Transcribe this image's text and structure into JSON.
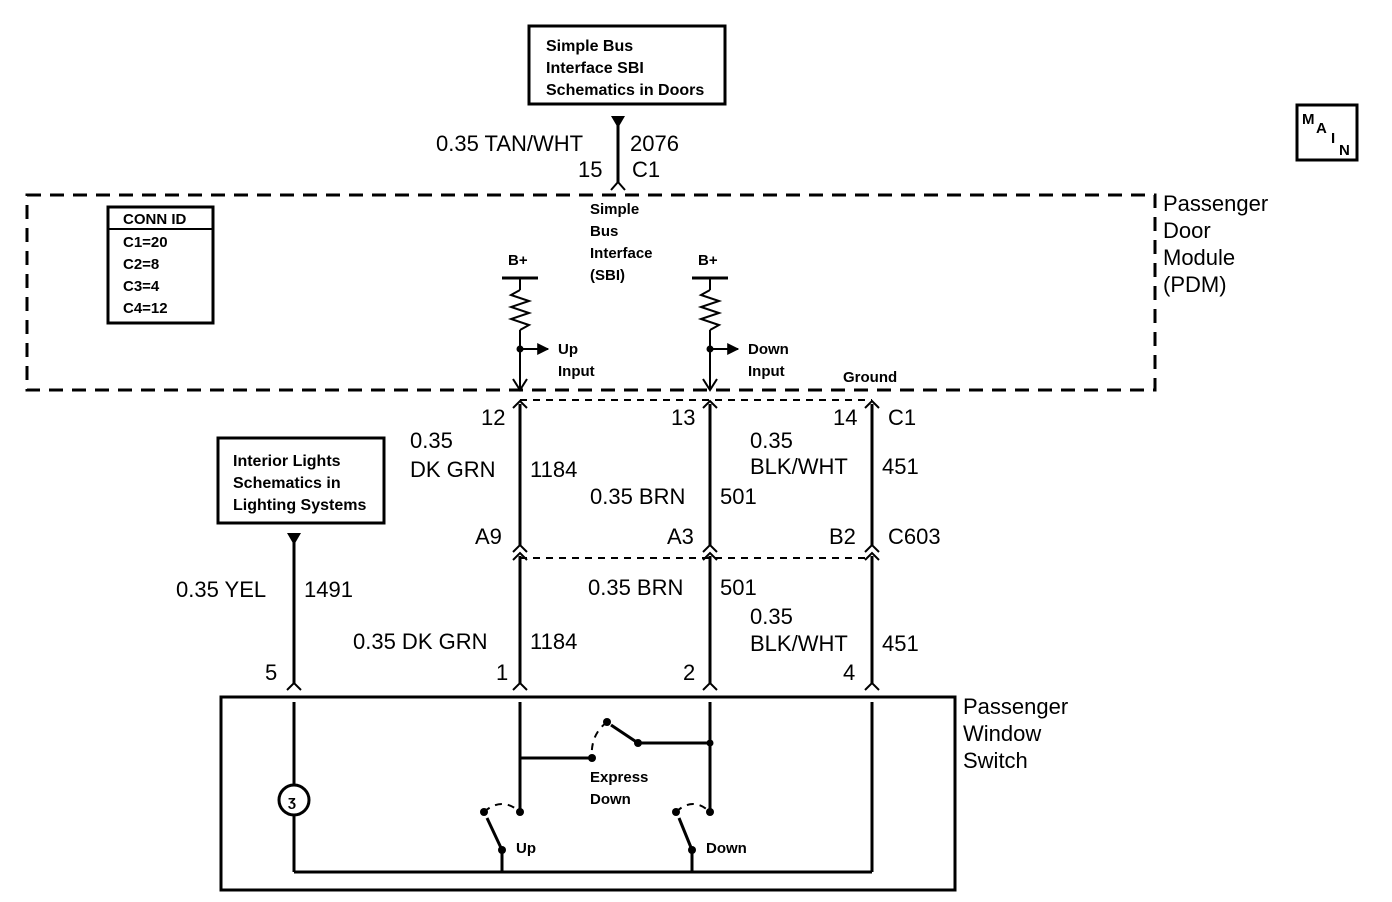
{
  "refs": {
    "sbi_ref": [
      "Simple Bus",
      "Interface SBI",
      "Schematics in Doors"
    ],
    "interior_lights_ref": [
      "Interior Lights",
      "Schematics in",
      "Lighting Systems"
    ]
  },
  "main_badge": [
    "M",
    "A",
    "I",
    "N"
  ],
  "conn_id": {
    "title": "CONN ID",
    "rows": [
      "C1=20",
      "C2=8",
      "C3=4",
      "C4=12"
    ]
  },
  "pdm": {
    "name": [
      "Passenger",
      "Door",
      "Module",
      "(PDM)"
    ],
    "sbi_label": [
      "Simple",
      "Bus",
      "Interface",
      "(SBI)"
    ],
    "bplus": "B+",
    "up_input": [
      "Up",
      "Input"
    ],
    "down_input": [
      "Down",
      "Input"
    ],
    "ground": "Ground"
  },
  "top_wire": {
    "gauge_color": "0.35 TAN/WHT",
    "circuit": "2076",
    "pin": "15",
    "connector": "C1"
  },
  "pdm_pins": {
    "up": "12",
    "down": "13",
    "ground": "14",
    "connector": "C1"
  },
  "upper_wires": {
    "up_gauge": "0.35",
    "up_color": "DK GRN",
    "up_circuit": "1184",
    "down_gauge_color": "0.35 BRN",
    "down_circuit": "501",
    "ground_gauge": "0.35",
    "ground_color": "BLK/WHT",
    "ground_circuit": "451"
  },
  "inline_connector": {
    "up_pin": "A9",
    "down_pin": "A3",
    "ground_pin": "B2",
    "name": "C603"
  },
  "lower_wires": {
    "yel_gauge_color": "0.35 YEL",
    "yel_circuit": "1491",
    "up_gauge_color": "0.35 DK GRN",
    "up_circuit": "1184",
    "down_gauge_color": "0.35 BRN",
    "down_circuit": "501",
    "ground_gauge": "0.35",
    "ground_color": "BLK/WHT",
    "ground_circuit": "451"
  },
  "switch_pins": {
    "yel": "5",
    "up": "1",
    "down": "2",
    "ground": "4"
  },
  "window_switch": {
    "name": [
      "Passenger",
      "Window",
      "Switch"
    ],
    "express_down": [
      "Express",
      "Down"
    ],
    "up": "Up",
    "down": "Down"
  }
}
